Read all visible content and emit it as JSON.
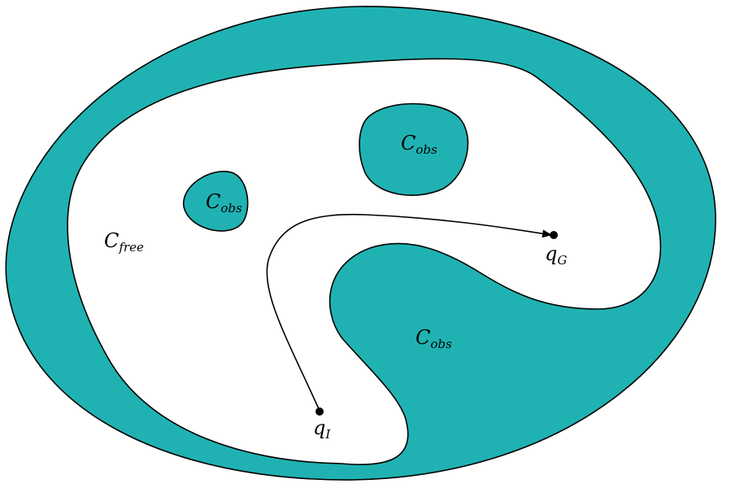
{
  "colors": {
    "obstacle": "#20b2b2",
    "free_space": "#ffffff",
    "outline": "#000000"
  },
  "labels": {
    "c_free": {
      "symbol": "C",
      "subscript": "free"
    },
    "c_obs_small": {
      "symbol": "C",
      "subscript": "obs"
    },
    "c_obs_top": {
      "symbol": "C",
      "subscript": "obs"
    },
    "c_obs_large": {
      "symbol": "C",
      "subscript": "obs"
    },
    "q_init": {
      "symbol": "q",
      "subscript": "I"
    },
    "q_goal": {
      "symbol": "q",
      "subscript": "G"
    }
  }
}
